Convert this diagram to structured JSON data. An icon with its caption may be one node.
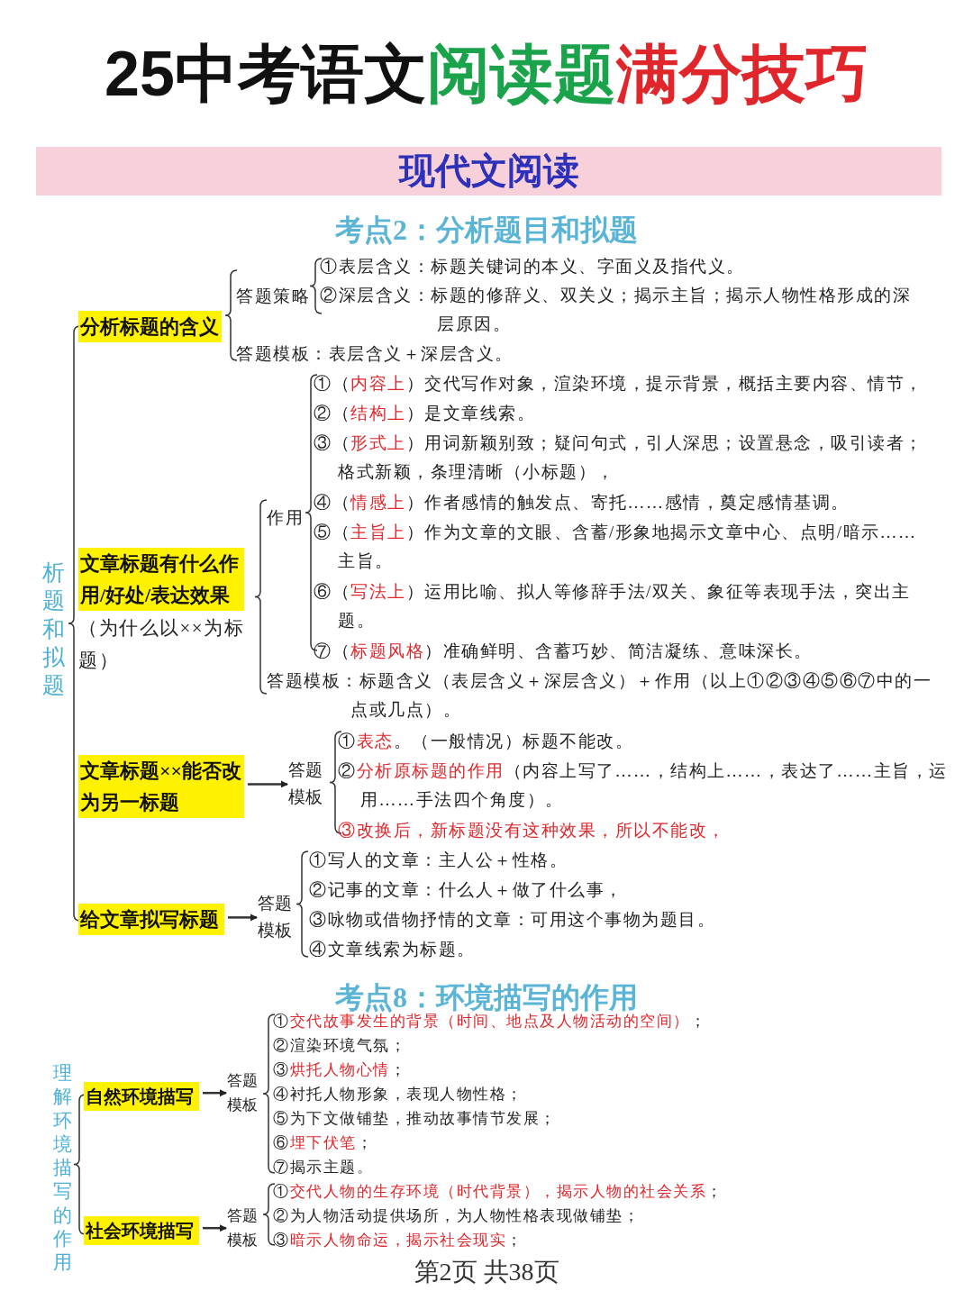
{
  "diagram": {
    "title": "25中考语文阅读题满分技巧",
    "caption": "第2页 共38页",
    "nodes": [
      {
        "text": [
          "分析标题的含义"
        ]
      },
      {
        "text": [
          "文章标题有什么作用/好处/表达效果"
        ]
      },
      {
        "text": [
          "文章标题××能否改为另一标题"
        ]
      },
      {
        "text": [
          "答题模板"
        ]
      },
      {
        "text": [
          "给文章拟写标题"
        ]
      },
      {
        "text": [
          "答题模板"
        ]
      },
      {
        "text": [
          "自然环境描写"
        ]
      },
      {
        "text": [
          "答题模板"
        ]
      },
      {
        "text": [
          "社会环境描写"
        ]
      },
      {
        "text": [
          "答题模板"
        ]
      }
    ],
    "edges": [
      {
        "from": 2,
        "to": 3,
        "arrow": "to"
      },
      {
        "from": 4,
        "to": 5,
        "arrow": "to"
      },
      {
        "from": 6,
        "to": 7,
        "arrow": "to"
      },
      {
        "from": 8,
        "to": 9,
        "arrow": "to"
      }
    ],
    "labels": [
      "现代文阅读",
      "考点2：分析题目和拟题",
      "析题和拟题",
      "答题策略",
      "①表层含义：标题关键词的本义、字面义及指代义。",
      "②深层含义：标题的修辞义、双关义；揭示主旨；揭示人物性格形成的深层原因。",
      "答题模板：表层含义＋深层含义。",
      "（为什么以××为标题）",
      "作用",
      "①（**内容上**）交代写作对象，渲染环境，提示背景，概括主要内容、情节，",
      "②（**结构上**）是文章线索。",
      "③（**形式上**）用词新颖别致；疑问句式，引人深思；设置悬念，吸引读者；格式新颖，条理清晰（小标题），",
      "④（**情感上**）作者感情的触发点、寄托……感情，奠定感情基调。",
      "⑤（**主旨上**）作为文章的文眼、含蓄/形象地揭示文章中心、点明/暗示……主旨。",
      "⑥（**写法上**）运用比喻、拟人等修辞手法/双关、象征等表现手法，突出主题。",
      "⑦（**标题风格**）准确鲜明、含蓄巧妙、简洁凝练、意味深长。",
      "答题模板：标题含义（表层含义＋深层含义）＋作用（以上①②③④⑤⑥⑦中的一点或几点）。",
      "①**表态**。（一般情况）标题不能改。",
      "②**分析原标题的作用**（内容上写了……，结构上……，表达了……主旨，运用……手法四个角度）。",
      "③改换后，新标题没有这种效果，所以不能改，",
      "①写人的文章：主人公＋性格。",
      "②记事的文章：什么人＋做了什么事，",
      "③咏物或借物抒情的文章：可用这个事物为题目。",
      "④文章线索为标题。",
      "考点8：环境描写的作用",
      "理解环境描写的作用",
      "①**交代故事发生的背景（时间、地点及人物活动的空间）**；",
      "②渲染环境气氛；",
      "③**烘托人物心情**；",
      "④衬托人物形象，表现人物性格；",
      "⑤为下文做铺垫，推动故事情节发展；",
      "⑥**埋下伏笔**；",
      "⑦揭示主题。",
      "①**交代人物的生存环境（时代背景），揭示人物的社会关系**；",
      "②为人物活动提供场所，为人物性格表现做铺垫；",
      "③**暗示人物命运，揭示社会现实**；"
    ]
  }
}
